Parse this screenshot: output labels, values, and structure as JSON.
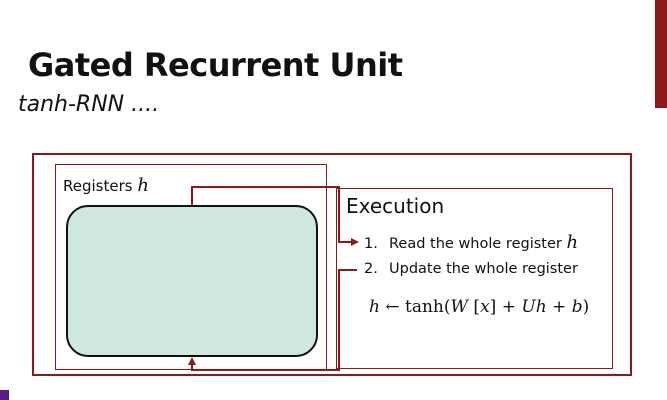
{
  "slide": {
    "title": "Gated Recurrent Unit",
    "subtitle": "tanh-RNN ....",
    "accent_color": "#8b1a1a"
  },
  "diagram": {
    "registers_label": "Registers",
    "registers_symbol": "h",
    "register_fill_color": "#cfe8dd",
    "execution_title": "Execution",
    "steps": [
      {
        "number": "1.",
        "text": "Read the whole register",
        "symbol": "h"
      },
      {
        "number": "2.",
        "text": "Update the whole register",
        "symbol": ""
      }
    ],
    "formula": {
      "lhs": "h",
      "arrow": "←",
      "fn": "tanh",
      "open": "(",
      "w": "W",
      "x_open": "[",
      "x": "x",
      "x_close": "]",
      "plus1": "+",
      "u": "U",
      "h": "h",
      "plus2": "+",
      "b": "b",
      "close": ")"
    }
  }
}
